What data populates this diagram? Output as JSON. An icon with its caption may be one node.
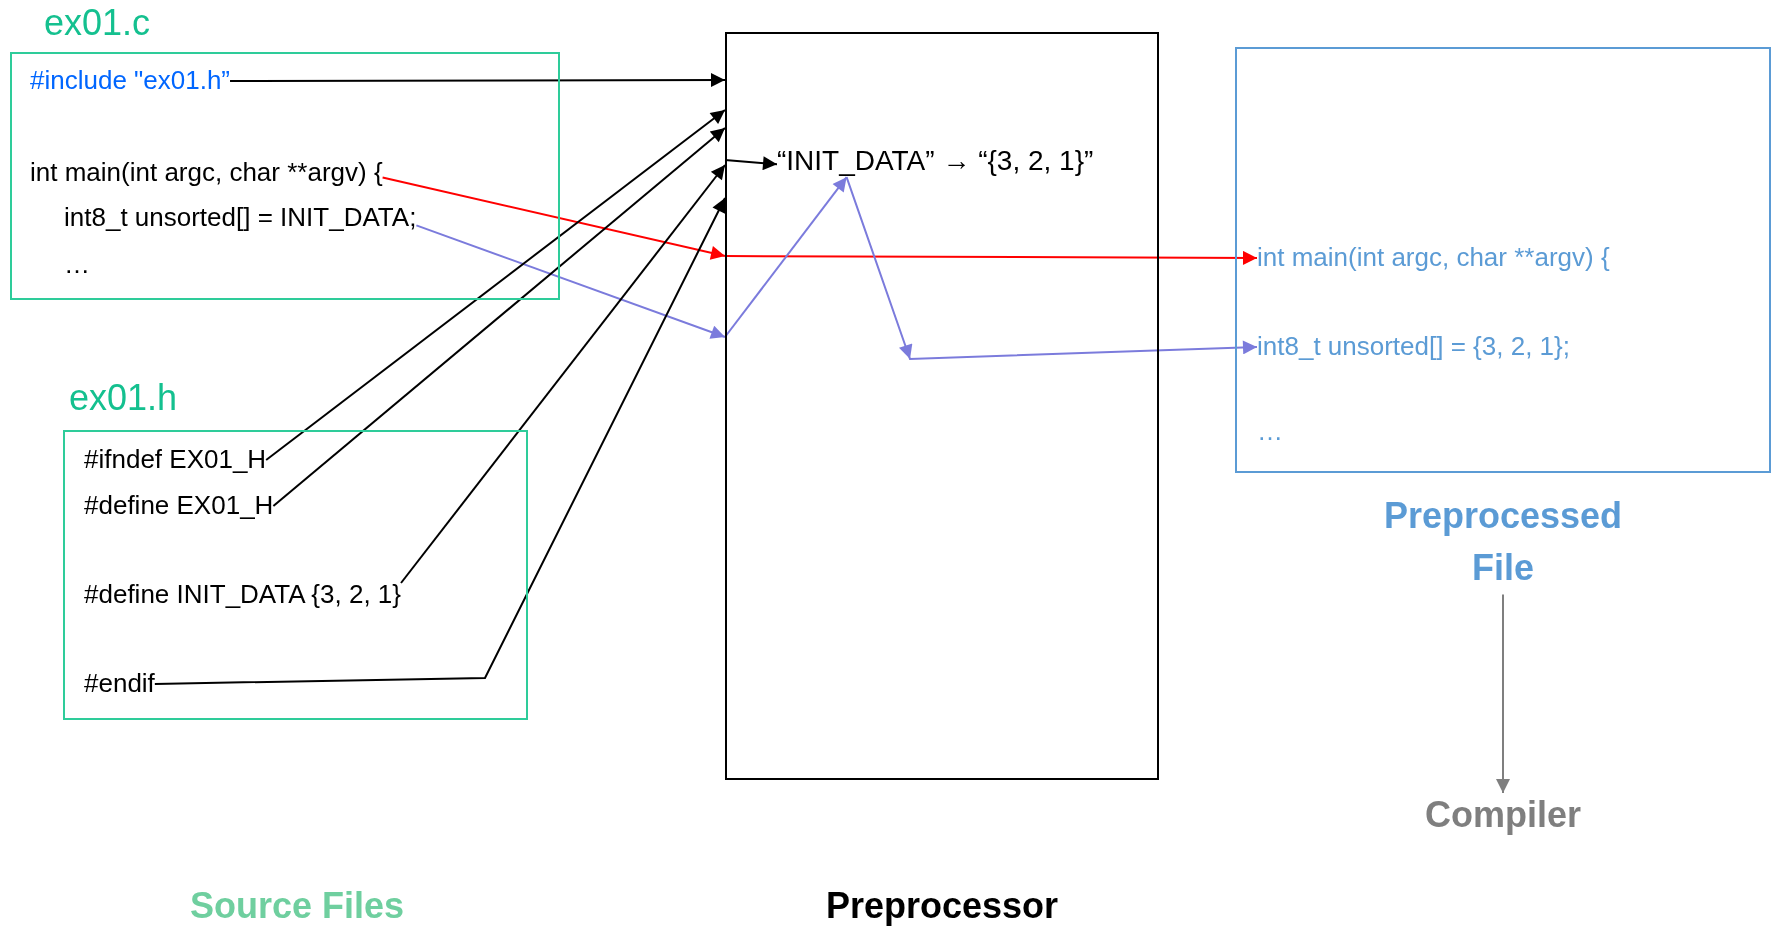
{
  "diagram": {
    "nodes": [
      {
        "text": [
          "ex01.c",
          "…"
        ]
      },
      {
        "text": [
          "#include \"ex01.h”"
        ],
        "in": 0
      },
      {
        "text": [
          "int main(int argc, char **argv) {"
        ],
        "in": 0
      },
      {
        "text": [
          "int8_t unsorted[] = INIT_DATA;"
        ],
        "in": 0
      },
      {
        "text": [
          "ex01.h"
        ]
      },
      {
        "text": [
          "#ifndef EX01_H"
        ],
        "in": 4
      },
      {
        "text": [
          "#define EX01_H"
        ],
        "in": 4
      },
      {
        "text": [
          "#define INIT_DATA {3, 2, 1}"
        ],
        "in": 4
      },
      {
        "text": [
          "#endif"
        ],
        "in": 4
      },
      {
        "text": [],
        "shape": "box",
        "beside": [
          "Preprocessor"
        ]
      },
      {
        "text": [
          "“INIT_DATA” → “{3, 2, 1}”"
        ],
        "in": 9
      },
      {
        "text": [
          "…"
        ]
      },
      {
        "text": [
          "int main(int argc, char **argv) {"
        ],
        "in": 11
      },
      {
        "text": [
          "int8_t unsorted[] = {3, 2, 1};"
        ],
        "in": 11
      },
      {
        "text": [
          "Preprocessed File"
        ]
      },
      {
        "text": [
          "Compiler"
        ]
      }
    ],
    "edges": [
      {
        "from": 1,
        "to": 9,
        "arrow": "to"
      },
      {
        "from": 2,
        "to": 9,
        "arrow": "to",
        "color": "#ff0000"
      },
      {
        "from": 3,
        "to": 9,
        "arrow": "to",
        "color": "#7b7bdc"
      },
      {
        "from": 5,
        "to": 9,
        "arrow": "to"
      },
      {
        "from": 6,
        "to": 9,
        "arrow": "to"
      },
      {
        "from": 7,
        "to": 9,
        "arrow": "to"
      },
      {
        "from": 8,
        "to": 9,
        "arrow": "to"
      },
      {
        "from": 9,
        "to": 10,
        "arrow": "to"
      },
      {
        "from": 9,
        "to": 12,
        "arrow": "to",
        "color": "#ff0000"
      },
      {
        "from": 9,
        "to": 10,
        "arrow": "to",
        "color": "#7b7bdc"
      },
      {
        "from": 10,
        "to": 13,
        "arrow": "to",
        "color": "#7b7bdc"
      },
      {
        "from": 14,
        "to": 15,
        "arrow": "to",
        "color": "#7f7f7f"
      }
    ],
    "labels": [
      "Source Files"
    ]
  }
}
